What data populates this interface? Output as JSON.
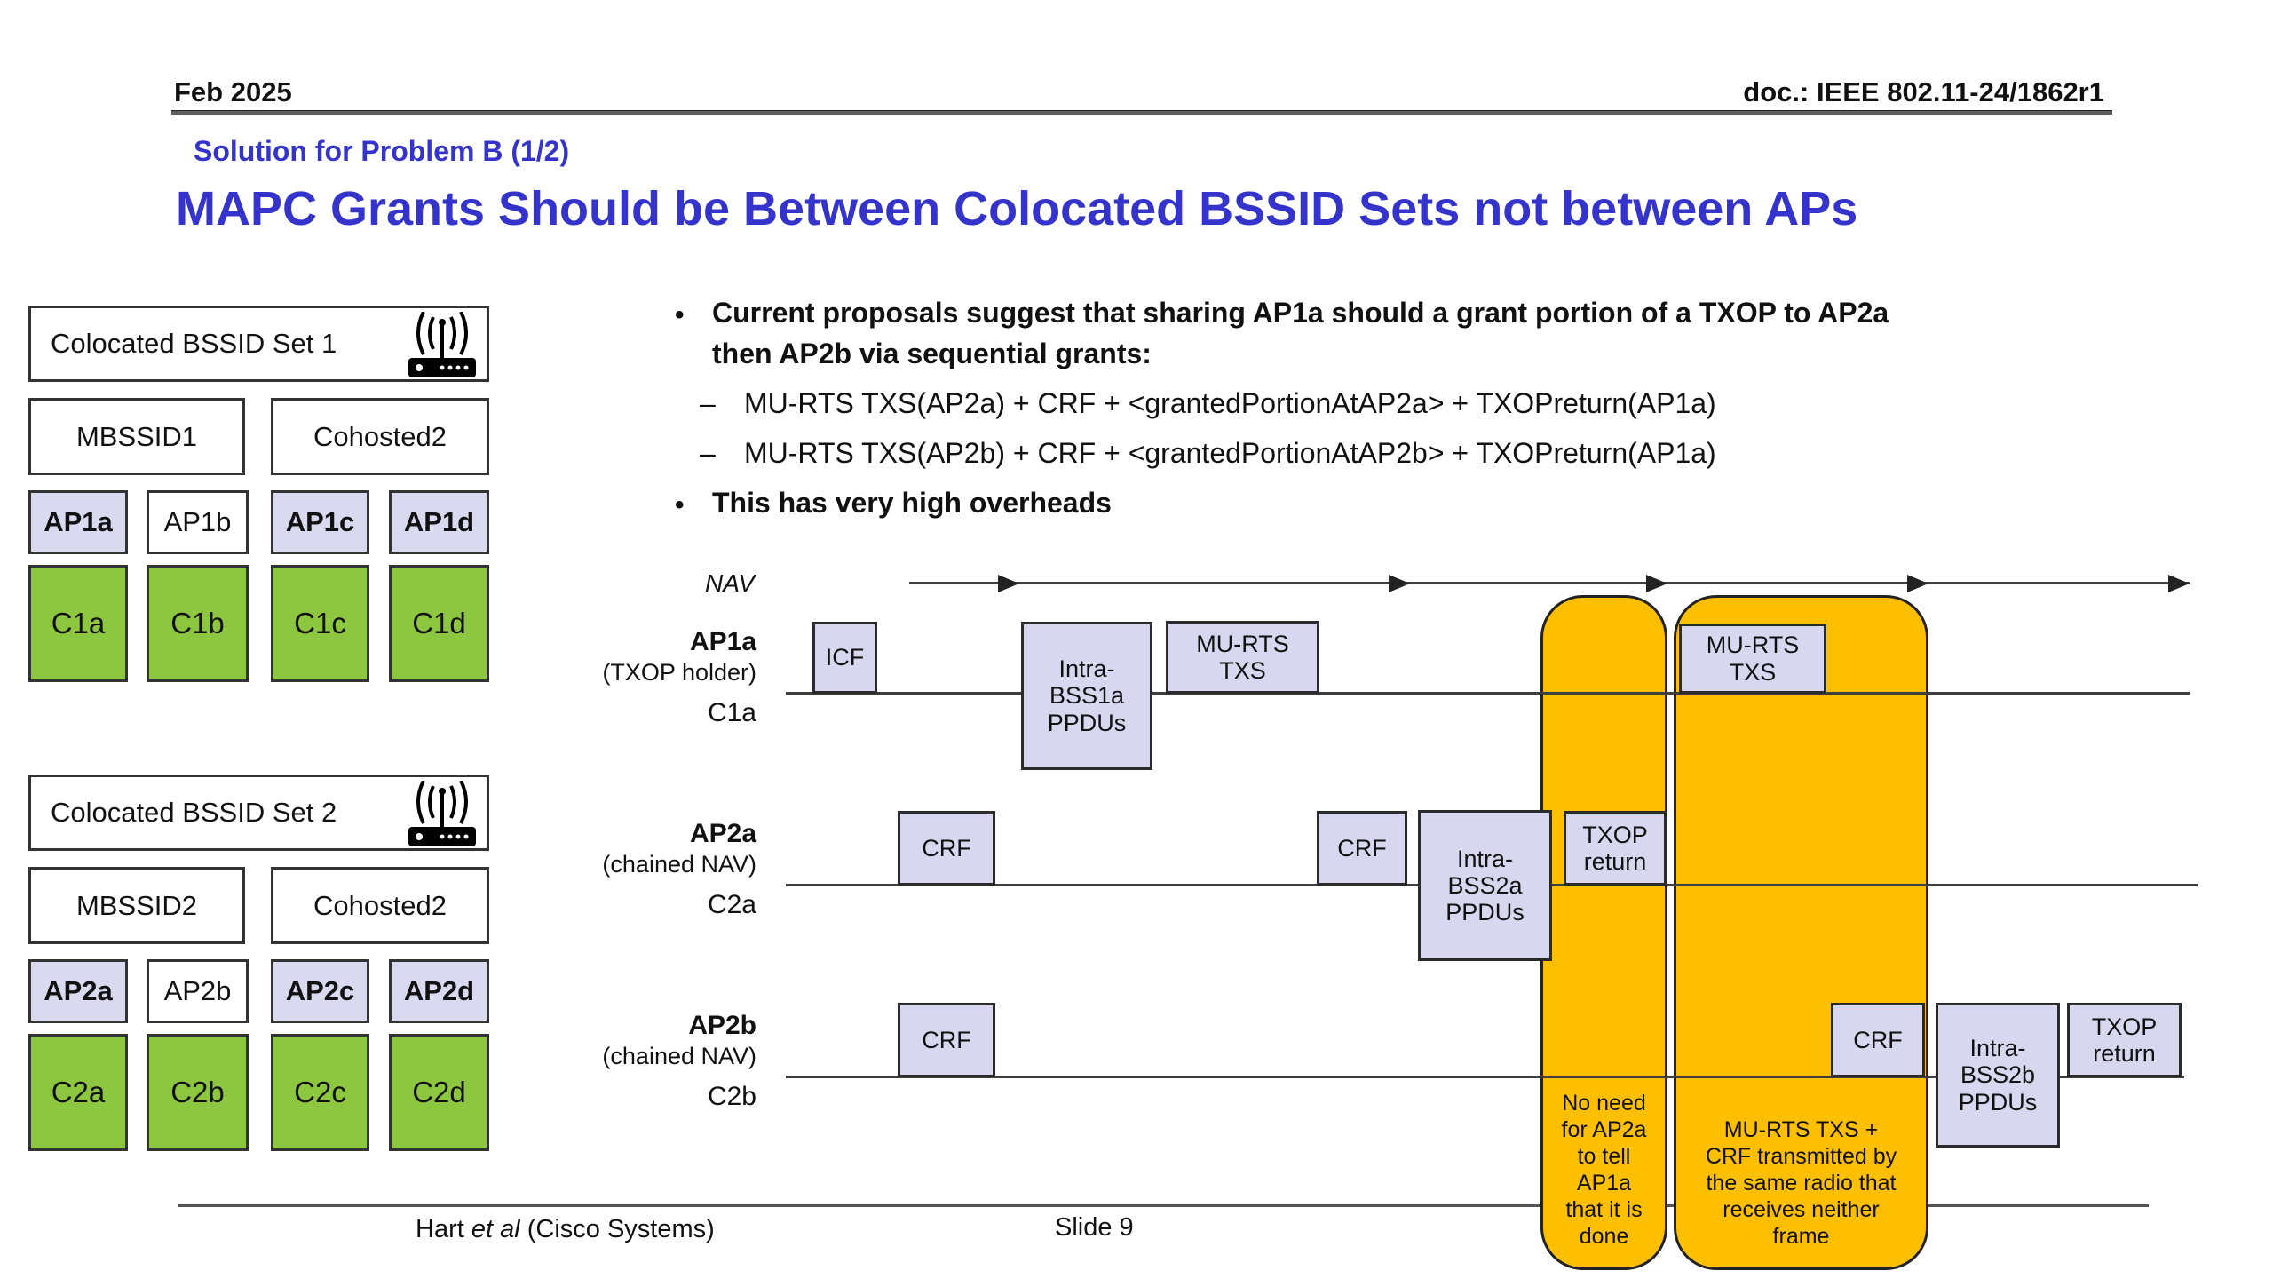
{
  "header": {
    "date": "Feb 2025",
    "doc": "doc.: IEEE 802.11-24/1862r1"
  },
  "title": {
    "kicker": "Solution for Problem B (1/2)",
    "main": "MAPC Grants Should be Between Colocated BSSID Sets not between APs"
  },
  "bullets": {
    "b1_line1": "Current proposals suggest that sharing AP1a should a grant portion of a TXOP to AP2a",
    "b1_line2": "then AP2b via sequential grants:",
    "dash": "–",
    "dot": "•",
    "sub_items": [
      "MU-RTS TXS(AP2a) + CRF + <grantedPortionAtAP2a> + TXOPreturn(AP1a)",
      "MU-RTS TXS(AP2b) + CRF + <grantedPortionAtAP2b> + TXOPreturn(AP1a)"
    ],
    "b2": "This has very high overheads"
  },
  "sets": [
    {
      "title": "Colocated BSSID Set 1",
      "icon": "router-icon",
      "groups": [
        "MBSSID1",
        "Cohosted2"
      ],
      "aps": [
        {
          "label": "AP1a",
          "filled": true
        },
        {
          "label": "AP1b",
          "filled": false
        },
        {
          "label": "AP1c",
          "filled": true
        },
        {
          "label": "AP1d",
          "filled": true
        }
      ],
      "clients": [
        "C1a",
        "C1b",
        "C1c",
        "C1d"
      ]
    },
    {
      "title": "Colocated BSSID Set 2",
      "icon": "router-icon",
      "groups": [
        "MBSSID2",
        "Cohosted2"
      ],
      "aps": [
        {
          "label": "AP2a",
          "filled": true
        },
        {
          "label": "AP2b",
          "filled": false
        },
        {
          "label": "AP2c",
          "filled": true
        },
        {
          "label": "AP2d",
          "filled": true
        }
      ],
      "clients": [
        "C2a",
        "C2b",
        "C2c",
        "C2d"
      ]
    }
  ],
  "timeline": {
    "nav_label": "NAV",
    "rows": [
      {
        "name": "AP1a",
        "sub": "(TXOP holder)",
        "client": "C1a"
      },
      {
        "name": "AP2a",
        "sub": "(chained NAV)",
        "client": "C2a"
      },
      {
        "name": "AP2b",
        "sub": "(chained NAV)",
        "client": "C2b"
      }
    ],
    "boxes": [
      {
        "id": "icf",
        "label": "ICF"
      },
      {
        "id": "intra_bss1a",
        "label": "Intra-\nBSS1a\nPPDUs"
      },
      {
        "id": "mu_rts_1",
        "label": "MU-RTS\nTXS"
      },
      {
        "id": "mu_rts_2",
        "label": "MU-RTS\nTXS"
      },
      {
        "id": "crf_2a",
        "label": "CRF"
      },
      {
        "id": "crf_2b",
        "label": "CRF"
      },
      {
        "id": "intra_bss2a",
        "label": "Intra-\nBSS2a\nPPDUs"
      },
      {
        "id": "txop_return_2",
        "label": "TXOP\nreturn"
      },
      {
        "id": "crf_3a",
        "label": "CRF"
      },
      {
        "id": "crf_3b",
        "label": "CRF"
      },
      {
        "id": "intra_bss2b",
        "label": "Intra-\nBSS2b\nPPDUs"
      },
      {
        "id": "txop_return_3",
        "label": "TXOP\nreturn"
      }
    ],
    "callouts": [
      {
        "id": "callout_done",
        "text": "No need\nfor AP2a\nto tell\nAP1a\nthat it is\ndone"
      },
      {
        "id": "callout_same_radio",
        "text": "MU-RTS TXS +\nCRF transmitted by\nthe same radio that\nreceives neither\nframe"
      }
    ]
  },
  "colors": {
    "title_blue": "#3433cb",
    "frame_purple": "#d7d7f0",
    "client_green": "#8dc63f",
    "callout_orange": "#fdbf00"
  },
  "footer": {
    "author_pre": "Hart ",
    "author_italic": "et al",
    "author_post": " (Cisco Systems)",
    "slide": "Slide 9"
  }
}
